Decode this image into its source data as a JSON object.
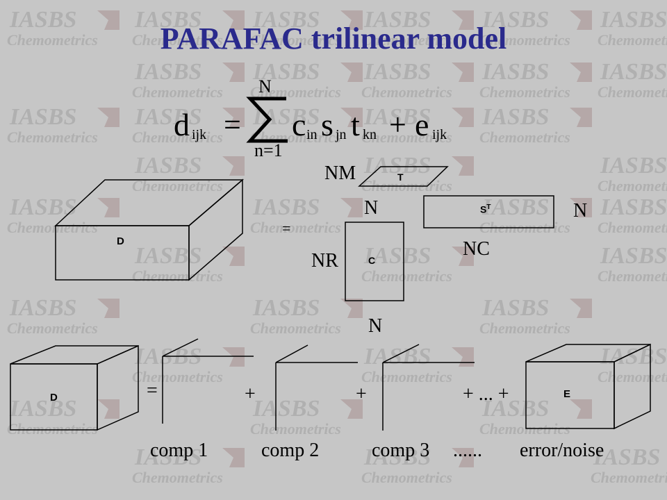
{
  "title": "PARAFAC trilinear model",
  "watermark": {
    "line1": "IASBS",
    "line2": "Chemometrics"
  },
  "equation": {
    "lhs": "d",
    "lhs_sub": "ijk",
    "equals": "=",
    "sum_top": "N",
    "sum_bottom": "n=1",
    "c": "c",
    "c_sub": "in",
    "s": "s",
    "s_sub": "jn",
    "t": "t",
    "t_sub": "kn",
    "plus": "+",
    "e": "e",
    "e_sub": "ijk"
  },
  "top_diagram": {
    "cube_label": "D",
    "equals": "=",
    "t_label": "T",
    "nm_label": "NM",
    "n_label_1": "N",
    "st_label": "S",
    "st_sup": "T",
    "n_label_2": "N",
    "nc_label": "NC",
    "nr_label": "NR",
    "c_label": "C",
    "n_label_3": "N"
  },
  "bottom_diagram": {
    "cube_label": "D",
    "equals": "=",
    "plus_1": "+",
    "plus_2": "+",
    "plus_dots": "+ ... +",
    "error_label": "E",
    "captions": [
      "comp 1",
      "comp 2",
      "comp 3",
      "......",
      "error/noise"
    ]
  },
  "colors": {
    "background": "#c6c6c6",
    "title": "#2a2a8c",
    "watermark": "#b0b0b0",
    "watermark_flag": "#a89090"
  }
}
